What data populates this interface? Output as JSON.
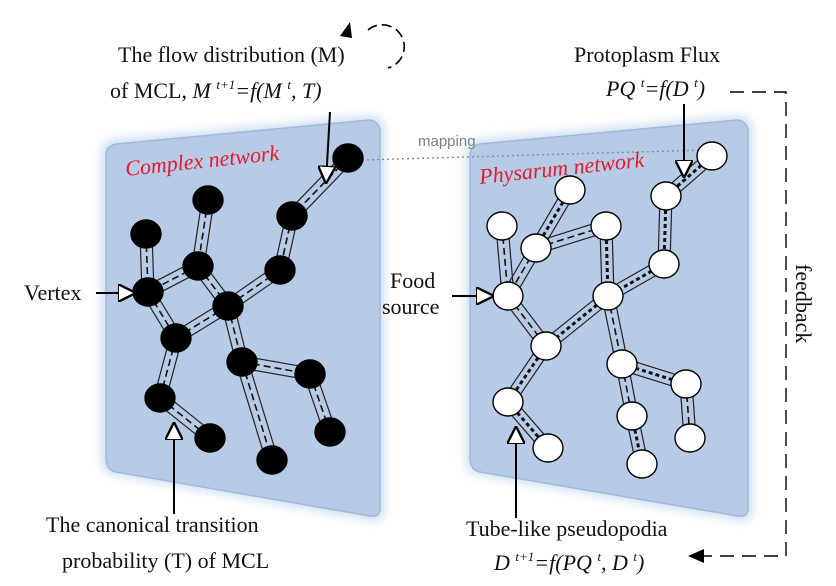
{
  "labels": {
    "flow_line1": "The flow distribution (M)",
    "flow_line2": "of MCL, M t+1=f(M t, T)",
    "protoplasm_line1": "Protoplasm Flux",
    "protoplasm_line2": "PQ t=f(D t)",
    "complex_network": "Complex network",
    "physarum_network": "Physarum network",
    "mapping": "mapping",
    "vertex": "Vertex",
    "food_line1": "Food",
    "food_line2": "source",
    "feedback": "feedback",
    "canonical_line1": "The canonical transition",
    "canonical_line2": "probability (T) of MCL",
    "tube_line1": "Tube-like pseudopodia",
    "tube_line2": "D t+1=f(PQ t, D t)"
  },
  "colors": {
    "panel_fill": "#b7cbe6",
    "panel_glow": "#c9dcf0",
    "complex_node": "#000000",
    "physarum_node": "#ffffff",
    "network_title": "#e8192c",
    "mapping_line": "#8c8c8c"
  }
}
